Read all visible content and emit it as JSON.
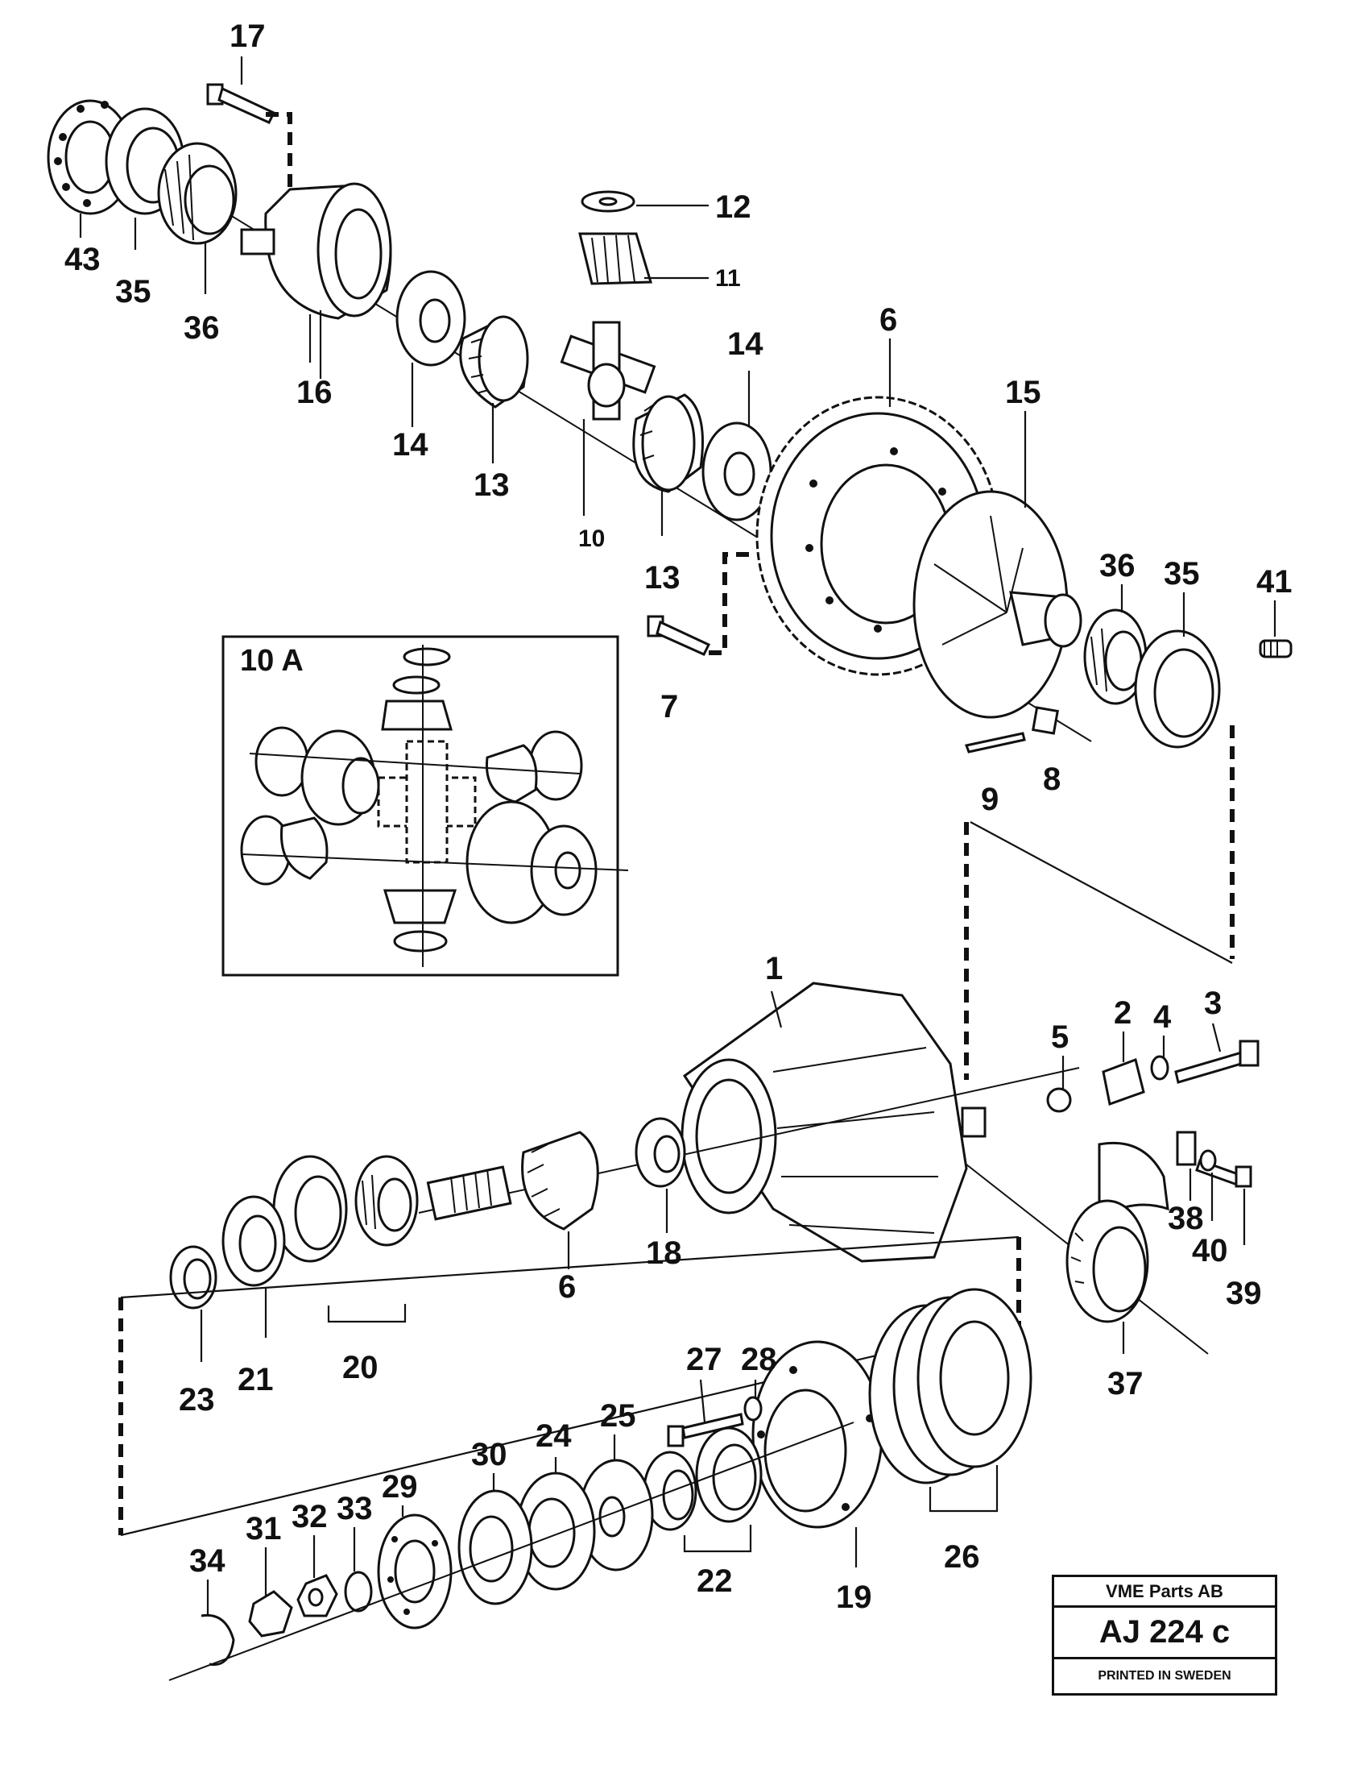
{
  "inset": {
    "title": "10 A"
  },
  "callouts": {
    "c1": "1",
    "c2": "2",
    "c3": "3",
    "c4": "4",
    "c5": "5",
    "c6_top": "6",
    "c6_bottom": "6",
    "c7": "7",
    "c8": "8",
    "c9": "9",
    "c10": "10",
    "c11": "11",
    "c12": "12",
    "c13_left": "13",
    "c13_right": "13",
    "c14_left": "14",
    "c14_right": "14",
    "c15": "15",
    "c16": "16",
    "c17": "17",
    "c18": "18",
    "c19": "19",
    "c20": "20",
    "c21": "21",
    "c22": "22",
    "c23": "23",
    "c24": "24",
    "c25": "25",
    "c26": "26",
    "c27": "27",
    "c28": "28",
    "c29": "29",
    "c30": "30",
    "c31": "31",
    "c32": "32",
    "c33": "33",
    "c34": "34",
    "c35_top": "35",
    "c35_right": "35",
    "c36_top": "36",
    "c36_right": "36",
    "c37": "37",
    "c38": "38",
    "c39": "39",
    "c40": "40",
    "c41": "41",
    "c43": "43"
  },
  "stamp": {
    "company": "VME Parts AB",
    "code": "AJ 224 c",
    "printed": "PRINTED IN SWEDEN"
  }
}
